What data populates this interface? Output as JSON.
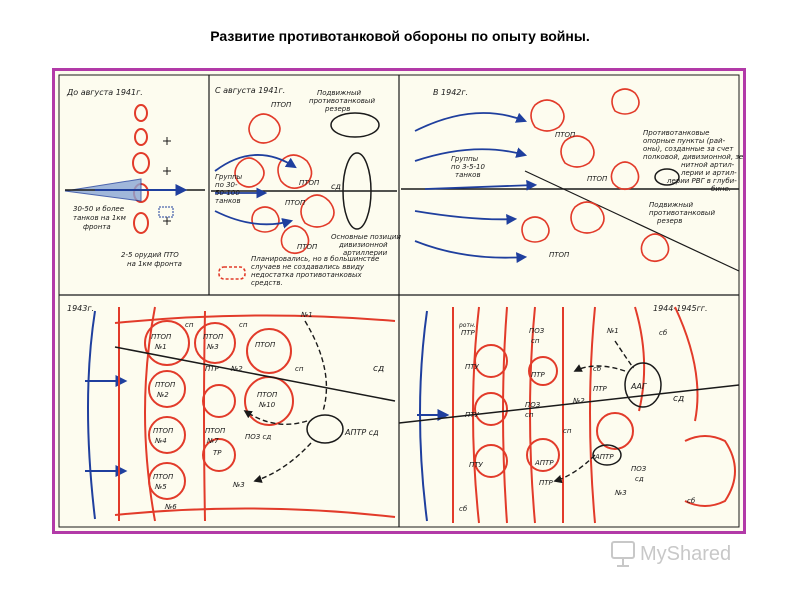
{
  "title": "Развитие противотанковой обороны по опыту войны.",
  "colors": {
    "frame": "#b23aa8",
    "red": "#e23b2a",
    "blue": "#1f3f9e",
    "black": "#1a1a1a"
  },
  "panels": {
    "p1": {
      "heading": "До августа 1941г.",
      "label_tanks_l1": "30-50 и более",
      "label_tanks_l2": "танков на 1км",
      "label_tanks_l3": "фронта",
      "label_guns_l1": "2-5 орудий ПТО",
      "label_guns_l2": "на 1км фронта"
    },
    "p2": {
      "heading": "С августа 1941г.",
      "ptop_a": "ПТОП",
      "ptop_b": "ПТОП",
      "ptop_c": "ПТОП",
      "ptop_d": "ПТОП",
      "sd": "сд",
      "reserve_l1": "Подвижный",
      "reserve_l2": "противотанковый",
      "reserve_l3": "резерв",
      "groups_l1": "Группы",
      "groups_l2": "по 30-",
      "groups_l3": "50-100",
      "groups_l4": "танков",
      "positions_l1": "Основные позиции",
      "positions_l2": "дивизионной",
      "positions_l3": "артиллерии"
    },
    "p3": {
      "heading": "В 1942г.",
      "groups_l1": "Группы",
      "groups_l2": "по 3-5-10",
      "groups_l3": "танков",
      "ptop_a": "ПТОП",
      "ptop_b": "ПТОП",
      "ptop_c": "ПТОП",
      "note_l1": "Противотанковые",
      "note_l2": "опорные пункты (рай-",
      "note_l3": "оны), созданные за счет",
      "note_l4": "полковой, дивизионной, зе-",
      "note_l5": "нитной артил-",
      "note_l6": "лерии и артил-",
      "note_l7": "лерии РВГ в глуби-",
      "note_l8": "бине.",
      "reserve_l1": "Подвижный",
      "reserve_l2": "противотанковый",
      "reserve_l3": "резерв"
    },
    "legend": {
      "l1": "Планировались, но в большинстве",
      "l2": "случаев не создавались ввиду",
      "l3": "недостатка противотанковых",
      "l4": "средств."
    },
    "p4": {
      "heading": "1943г.",
      "ptop1": "ПТОП",
      "n1": "№1",
      "ptop3": "ПТОП",
      "n3": "№3",
      "ptop_mid": "ПТОП",
      "ptr": "ПТР",
      "ptop2": "ПТОП",
      "n2": "№2",
      "n10": "№10",
      "ptop4": "ПТОП",
      "n4": "№4",
      "ptop7": "ПТОП",
      "n7": "№7",
      "tr": "ТР",
      "ptop5": "ПТОП",
      "n5": "№5",
      "n6": "№6",
      "sp1": "сп",
      "sp2": "сп",
      "sp3": "сп",
      "sd": "сд",
      "aptr": "АПТР сд",
      "poz": "ПОЗ сд",
      "z3": "№3",
      "z2": "№2",
      "z1": "№1"
    },
    "p5": {
      "heading": "1944-1945гг.",
      "rota": "ротн.",
      "ptr1": "ПТР",
      "poz": "ПОЗ",
      "sp1": "сп",
      "ptu1": "ПТУ",
      "ptr2": "ПТР",
      "ptu2": "ПТУ",
      "poz2": "ПОЗ",
      "sp2": "сп",
      "aptr": "АПТР",
      "ptr3": "ПТР",
      "ptu3": "ПТУ",
      "ptr4": "ПТР",
      "sd": "сд",
      "aag": "ААГ",
      "aptr2": "АПТР",
      "poz3": "ПОЗ",
      "sd2": "сд",
      "sp3": "сп",
      "sb1": "сб",
      "sb2": "сб",
      "sb3": "сб",
      "sb4": "сб",
      "n1": "№1",
      "n2": "№2",
      "n3": "№3"
    }
  },
  "watermark": {
    "text": "MyShared",
    "icon": "presentation-board-icon"
  }
}
